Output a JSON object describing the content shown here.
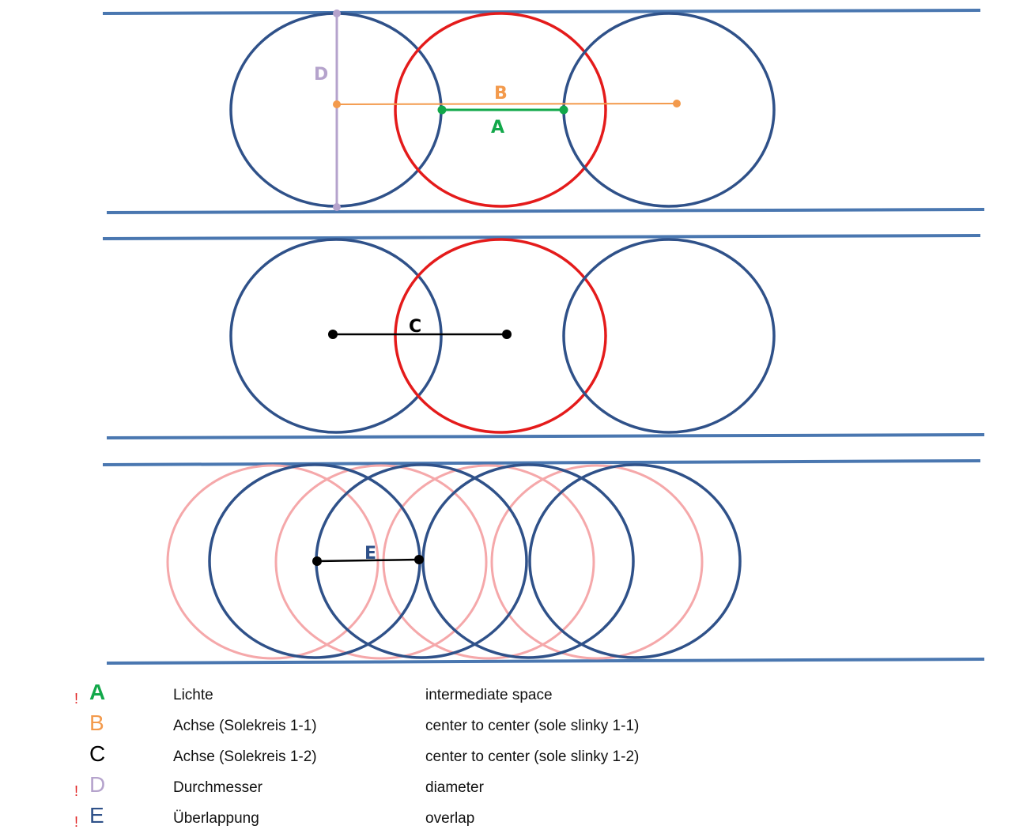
{
  "colors": {
    "line": "#4a77b0",
    "circle": "#2f5189",
    "red": "#e41b1b",
    "pink": "#f5a8aa",
    "orange": "#f39a4c",
    "green": "#12a84a",
    "purple": "#b5a3cc",
    "black": "#000000"
  },
  "labels": {
    "A": "A",
    "B": "B",
    "C": "C",
    "D": "D",
    "E": "E"
  },
  "legend": [
    {
      "warn": "!",
      "letter": "A",
      "color": "#12a84a",
      "bold": true,
      "de": "Lichte",
      "en": "intermediate space"
    },
    {
      "warn": "",
      "letter": "B",
      "color": "#f39a4c",
      "bold": false,
      "de": "Achse (Solekreis 1-1)",
      "en": "center to center (sole slinky 1-1)"
    },
    {
      "warn": "",
      "letter": "C",
      "color": "#000000",
      "bold": false,
      "de": "Achse (Solekreis 1-2)",
      "en": "center to center (sole slinky 1-2)"
    },
    {
      "warn": "!",
      "letter": "D",
      "color": "#b5a3cc",
      "bold": false,
      "de": "Durchmesser",
      "en": "diameter"
    },
    {
      "warn": "!",
      "letter": "E",
      "color": "#2f5189",
      "bold": false,
      "de": "Überlappung",
      "en": "overlap"
    }
  ]
}
